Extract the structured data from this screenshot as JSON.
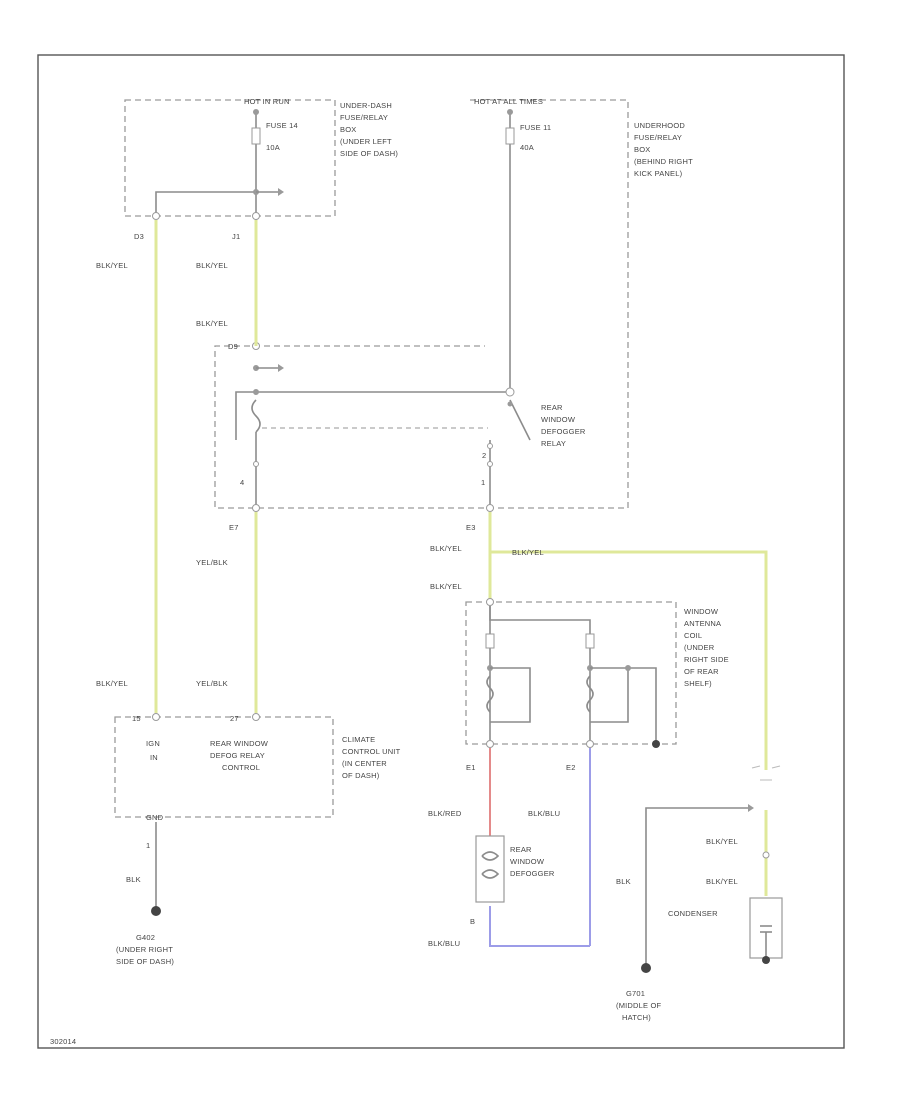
{
  "fuse_box_left": {
    "power_label": "HOT IN RUN",
    "fuse_name": "FUSE 14",
    "fuse_rating": "10A",
    "location": [
      "UNDER-DASH",
      "FUSE/RELAY",
      "BOX",
      "(UNDER LEFT",
      "SIDE OF DASH)"
    ],
    "pin_left": "D3",
    "pin_right": "J1"
  },
  "fuse_box_right": {
    "power_label": "HOT AT ALL TIMES",
    "fuse_name": "FUSE 11",
    "fuse_rating": "40A",
    "location": [
      "UNDERHOOD",
      "FUSE/RELAY",
      "BOX",
      "(BEHIND RIGHT",
      "KICK PANEL)"
    ]
  },
  "relay": {
    "name": [
      "REAR",
      "WINDOW",
      "DEFOGGER",
      "RELAY"
    ],
    "pin_top": "D9",
    "pin_4": "4",
    "pin_1": "1",
    "pin_2": "2",
    "pin_e7": "E7",
    "pin_e3": "E3"
  },
  "antenna_coil": {
    "name": [
      "WINDOW",
      "ANTENNA",
      "COIL",
      "(UNDER",
      "RIGHT SIDE",
      "OF REAR",
      "SHELF)"
    ],
    "pin_e1": "E1",
    "pin_e2": "E2"
  },
  "climate_unit": {
    "ign_label": "IGN",
    "ign_sub": "IN",
    "control_label": [
      "REAR WINDOW",
      "DEFOG RELAY",
      "CONTROL"
    ],
    "name": [
      "CLIMATE",
      "CONTROL UNIT",
      "(IN CENTER",
      "OF DASH)"
    ],
    "pin_left": "15",
    "pin_right": "27",
    "pin_gnd": "GND",
    "pin_gnd_num": "1"
  },
  "defogger": {
    "name": [
      "REAR",
      "WINDOW",
      "DEFOGGER"
    ],
    "pin_b": "B"
  },
  "condenser": {
    "name": "CONDENSER"
  },
  "grounds": {
    "g402": [
      "G402",
      "(UNDER RIGHT",
      "SIDE OF DASH)"
    ],
    "g701": [
      "G701",
      "(MIDDLE OF",
      "HATCH)"
    ]
  },
  "wire_labels": {
    "blk_yel": "BLK/YEL",
    "yel_blk": "YEL/BLK",
    "blk_red": "BLK/RED",
    "blk_blu": "BLK/BLU",
    "blk": "BLK"
  },
  "footer_code": "302014",
  "colors": {
    "yellow_wire": "#dfe89a",
    "red_wire": "#e48a8a",
    "blue_wire": "#9c9ce8",
    "gray_wire": "#8c8c8c"
  }
}
